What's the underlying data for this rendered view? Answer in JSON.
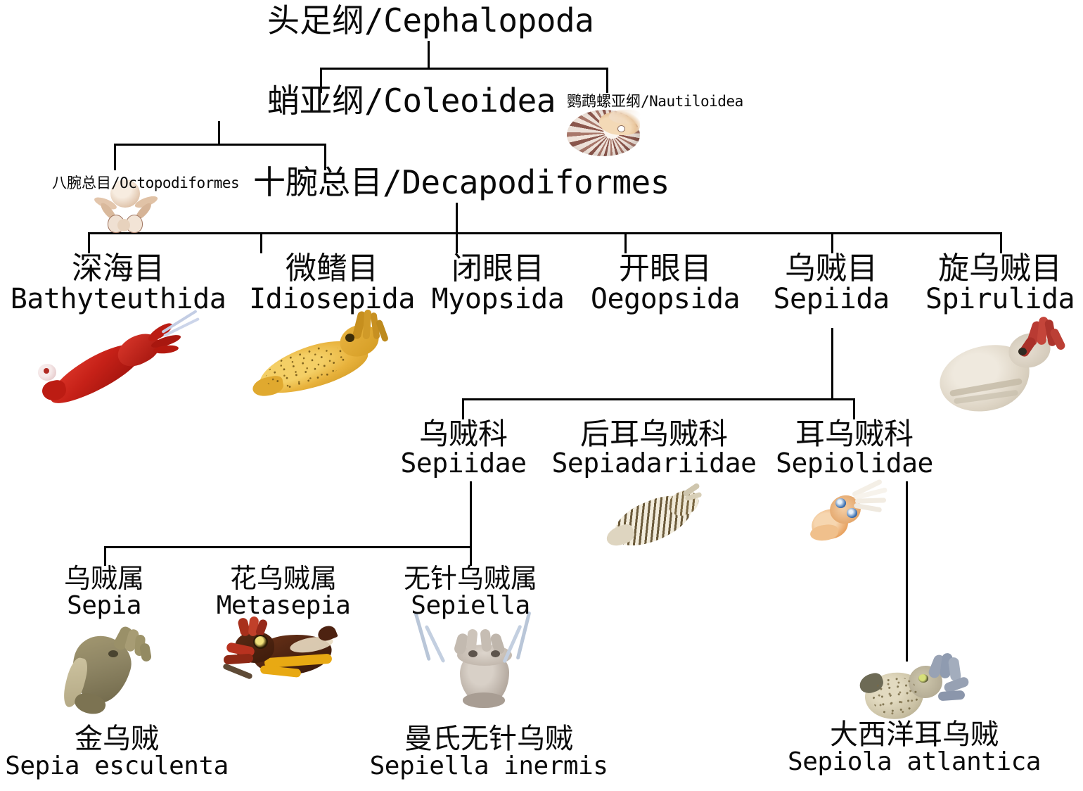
{
  "diagram": {
    "type": "taxonomic-tree",
    "subject": "Cephalopoda classification",
    "background_color": "#ffffff",
    "line_color": "#000000",
    "text_color": "#0a0a0a"
  },
  "nodes": {
    "cephalopoda": {
      "cn": "头足纲",
      "latin": "Cephalopoda",
      "rank": "class",
      "separator": "/"
    },
    "coleoidea": {
      "cn": "蛸亚纲",
      "latin": "Coleoidea",
      "rank": "subclass",
      "separator": "/"
    },
    "nautiloidea": {
      "cn": "鹦鹉螺亚纲",
      "latin": "Nautiloidea",
      "rank": "subclass",
      "separator": "/"
    },
    "octopodiformes": {
      "cn": "八腕总目",
      "latin": "Octopodiformes",
      "rank": "superorder",
      "separator": "/"
    },
    "decapodiformes": {
      "cn": "十腕总目",
      "latin": "Decapodiformes",
      "rank": "superorder",
      "separator": "/"
    },
    "bathyteuthida": {
      "cn": "深海目",
      "latin": "Bathyteuthida",
      "rank": "order"
    },
    "idiosepida": {
      "cn": "微鳍目",
      "latin": "Idiosepida",
      "rank": "order"
    },
    "myopsida": {
      "cn": "闭眼目",
      "latin": "Myopsida",
      "rank": "order"
    },
    "oegopsida": {
      "cn": "开眼目",
      "latin": "Oegopsida",
      "rank": "order"
    },
    "sepiida": {
      "cn": "乌贼目",
      "latin": "Sepiida",
      "rank": "order"
    },
    "spirulida": {
      "cn": "旋乌贼目",
      "latin": "Spirulida",
      "rank": "order"
    },
    "sepiidae": {
      "cn": "乌贼科",
      "latin": "Sepiidae",
      "rank": "family"
    },
    "sepiadariidae": {
      "cn": "后耳乌贼科",
      "latin": "Sepiadariidae",
      "rank": "family"
    },
    "sepiolidae": {
      "cn": "耳乌贼科",
      "latin": "Sepiolidae",
      "rank": "family"
    },
    "sepia": {
      "cn": "乌贼属",
      "latin": "Sepia",
      "rank": "genus"
    },
    "metasepia": {
      "cn": "花乌贼属",
      "latin": "Metasepia",
      "rank": "genus"
    },
    "sepiella": {
      "cn": "无针乌贼属",
      "latin": "Sepiella",
      "rank": "genus"
    },
    "sepia_esculenta": {
      "cn": "金乌贼",
      "latin": "Sepia esculenta",
      "rank": "species"
    },
    "sepiella_inermis": {
      "cn": "曼氏无针乌贼",
      "latin": "Sepiella inermis",
      "rank": "species"
    },
    "sepiola_atlantica": {
      "cn": "大西洋耳乌贼",
      "latin": "Sepiola atlantica",
      "rank": "species"
    }
  },
  "images": {
    "nautilus": {
      "name": "nautilus-shell-photo",
      "alt": "Nautiloidea nautilus shell",
      "colors": [
        "#f2ddc8",
        "#8d5b50",
        "#d9c3bb",
        "#efe6e2"
      ]
    },
    "octopus": {
      "name": "octopus-photo",
      "alt": "Octopodiformes octopus",
      "colors": [
        "#e8d3c0",
        "#c8a48a",
        "#f5ece3"
      ]
    },
    "bathyteuthid": {
      "name": "red-squid-photo",
      "alt": "Bathyteuthida red squid",
      "colors": [
        "#c62118",
        "#a5160f",
        "#c9d2e6"
      ]
    },
    "idiosepiid": {
      "name": "yellow-squid-photo",
      "alt": "Idiosepida bobtail squid",
      "colors": [
        "#e8b23c",
        "#d89a24",
        "#8a6a18"
      ]
    },
    "spirulid": {
      "name": "ram-horn-squid-photo",
      "alt": "Spirulida ram's horn squid",
      "colors": [
        "#ded6c8",
        "#b93b33",
        "#cfc6b4"
      ]
    },
    "sepiadariid": {
      "name": "striped-cuttlefish-photo",
      "alt": "Sepiadariidae striped bottletail squid",
      "colors": [
        "#e4ddcc",
        "#6b5a3a",
        "#f0ead9"
      ]
    },
    "sepiolid": {
      "name": "bobtail-squid-photo",
      "alt": "Sepiolidae bobtail squid",
      "colors": [
        "#e8a05c",
        "#f3cfa8",
        "#3a6fb0",
        "#f7f2ea"
      ]
    },
    "sepia_photo": {
      "name": "sepia-cuttlefish-photo",
      "alt": "Sepia cuttlefish",
      "colors": [
        "#8e8564",
        "#6e6648",
        "#cdc3a0"
      ]
    },
    "metasepia_photo": {
      "name": "flamboyant-cuttlefish-photo",
      "alt": "Metasepia flamboyant cuttlefish",
      "colors": [
        "#5a2a14",
        "#e8a913",
        "#b8321f"
      ]
    },
    "sepiella_photo": {
      "name": "sepiella-cuttlefish-photo",
      "alt": "Sepiella inermis cuttlefish",
      "colors": [
        "#b3a89e",
        "#cfc6bd",
        "#b9c6d8"
      ]
    },
    "sepiola_photo": {
      "name": "sepiola-atlantica-photo",
      "alt": "Sepiola atlantica bobtail squid",
      "colors": [
        "#c9c0a3",
        "#8f9bb0",
        "#6d6a55"
      ]
    }
  },
  "edges": [
    {
      "from": "cephalopoda",
      "to": [
        "coleoidea",
        "nautiloidea"
      ]
    },
    {
      "from": "coleoidea",
      "to": [
        "octopodiformes",
        "decapodiformes"
      ]
    },
    {
      "from": "decapodiformes",
      "to": [
        "bathyteuthida",
        "idiosepida",
        "myopsida",
        "oegopsida",
        "sepiida",
        "spirulida"
      ]
    },
    {
      "from": "sepiida",
      "to": [
        "sepiidae",
        "sepiadariidae",
        "sepiolidae"
      ]
    },
    {
      "from": "sepiidae",
      "to": [
        "sepia",
        "metasepia",
        "sepiella"
      ]
    },
    {
      "from": "sepia",
      "to": [
        "sepia_esculenta"
      ]
    },
    {
      "from": "sepiella",
      "to": [
        "sepiella_inermis"
      ]
    },
    {
      "from": "sepiolidae",
      "to": [
        "sepiola_atlantica"
      ]
    }
  ]
}
